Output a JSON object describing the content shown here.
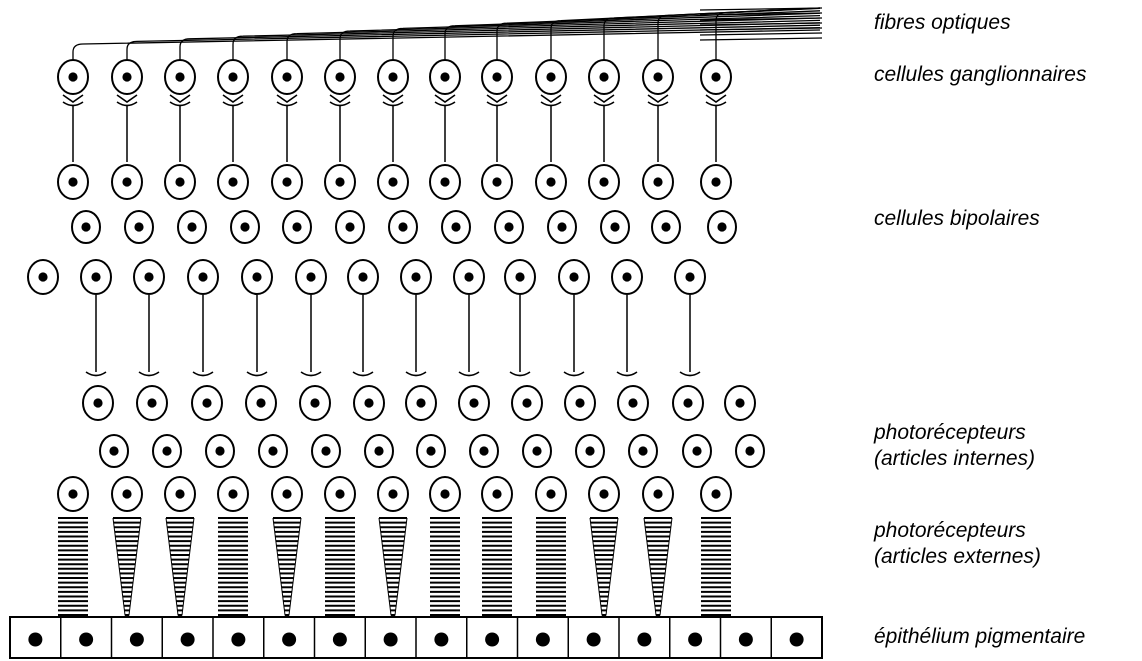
{
  "labels": {
    "optic_fibers": "fibres optiques",
    "ganglion_cells": "cellules ganglionnaires",
    "bipolar_cells": "cellules bipolaires",
    "inner_segments_line1": "photorécepteurs",
    "inner_segments_line2": "(articles internes)",
    "outer_segments_line1": "photorécepteurs",
    "outer_segments_line2": "(articles externes)",
    "pigment_epithelium": "épithélium pigmentaire"
  },
  "photoreceptor_types": [
    "rod",
    "cone",
    "cone",
    "rod",
    "cone",
    "rod",
    "cone",
    "rod",
    "rod",
    "rod",
    "cone",
    "cone",
    "rod"
  ],
  "pigment_epithelium_cell_count": 16,
  "ink_color": "#000000"
}
